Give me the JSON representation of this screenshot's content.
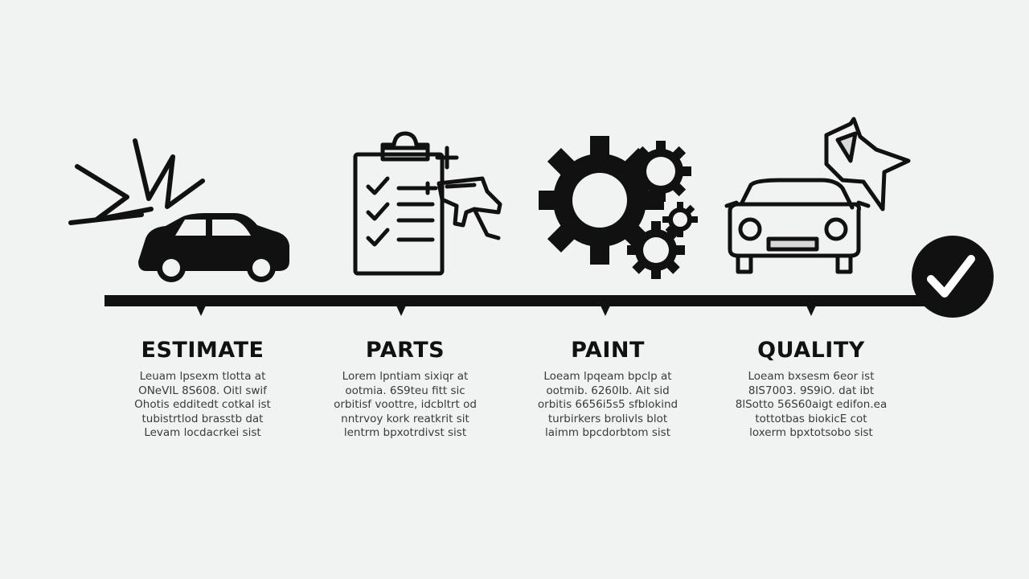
{
  "steps": [
    {
      "title": "ESTIMATE",
      "icon": "crashed-car-icon",
      "lines": [
        "Leuam lpsexm tlotta at",
        "ONeVIL 8S608. Oitl swif",
        "Ohotis edditedt cotkal ist",
        "tubistrtlod brasstb dat",
        "Levam locdacrkei sist"
      ]
    },
    {
      "title": "PARTS",
      "icon": "clipboard-spray-gun-icon",
      "lines": [
        "Lorem lpntiam sixiqr at",
        "ootmia. 6S9teu fitt sic",
        "orbitisf voottre, idcbltrt od",
        "nntrvoy kork reatkrit sit",
        "lentrm bpxotrdivst sist"
      ]
    },
    {
      "title": "PAINT",
      "icon": "gears-icon",
      "lines": [
        "Loeam lpqeam bpclp at",
        "ootmib. 6260Ib. Ait sid",
        "orbitis 6656i5s5 sfblokind",
        "turbirkers brolivls blot",
        "laimm bpcdorbtom sist"
      ]
    },
    {
      "title": "QUALITY",
      "icon": "car-polish-icon",
      "lines": [
        "Loeam bxsesm 6eor ist",
        "8IS7003. 9S9iO. dat ibt",
        "8lSotto 56S60aigt edifon.ea",
        "tottotbas biokicE cot",
        "loxerm bpxtotsobo sist"
      ]
    }
  ],
  "colors": {
    "background": "#f1f2f2",
    "ink": "#111111",
    "body_text": "#3a3a3a",
    "check_badge": "#111111",
    "check_mark": "#ffffff"
  },
  "check_badge_icon": "checkmark-circle-icon"
}
